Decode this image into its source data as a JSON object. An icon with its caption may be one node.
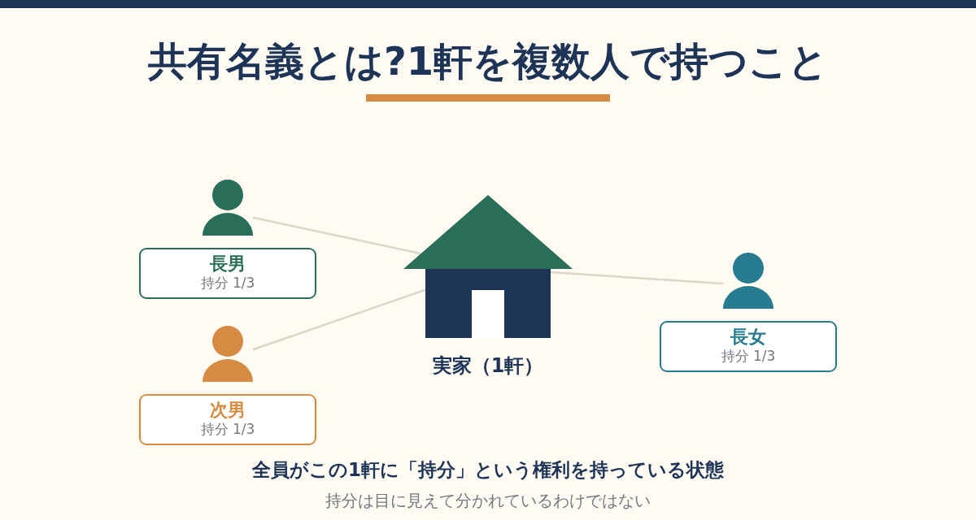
{
  "diagram": {
    "title": "共有名義とは?1軒を複数人で持つこと",
    "nodes": [
      {
        "text": [],
        "shape": "person"
      },
      {
        "text": [
          "長男",
          "持分 1/3"
        ]
      },
      {
        "text": [],
        "shape": "person"
      },
      {
        "text": [
          "次男",
          "持分 1/3"
        ]
      },
      {
        "text": [],
        "shape": "house",
        "beside": [
          "実家（1軒）"
        ]
      },
      {
        "text": [],
        "shape": "person"
      },
      {
        "text": [
          "長女",
          "持分 1/3"
        ]
      }
    ],
    "edges": [
      {
        "from": 0,
        "to": 4,
        "arrow": "none"
      },
      {
        "from": 2,
        "to": 4,
        "arrow": "none"
      },
      {
        "from": 5,
        "to": 4,
        "arrow": "none"
      }
    ],
    "labels": [
      "全員がこの1軒に「持分」という権利を持っている状態",
      "持分は目に見えて分かれているわけではない"
    ]
  }
}
